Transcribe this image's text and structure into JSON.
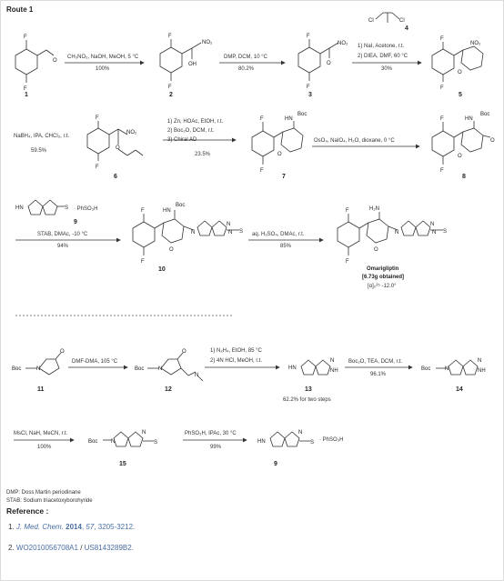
{
  "route_title": "Route 1",
  "compounds": {
    "c1": "1",
    "c2": "2",
    "c3": "3",
    "c4": "4",
    "c5": "5",
    "c6": "6",
    "c7": "7",
    "c8": "8",
    "c9": "9",
    "c10": "10",
    "c11": "11",
    "c12": "12",
    "c13": "13",
    "c14": "14",
    "c15": "15",
    "c9b": "9"
  },
  "steps": {
    "s1_cond": "CH₃NO₂, NaOH, MeOH, 5 °C",
    "s1_yield": "100%",
    "s2_cond": "DMP, DCM, 10 °C",
    "s2_yield": "80.2%",
    "s3_cond1": "1) NaI, Acetone, r.t.",
    "s3_cond2": "2) DIEA, DMF, 60 °C",
    "s3_yield": "30%",
    "s4_cond": "NaBH₄, IPA, CHCl₃, r.t.",
    "s4_yield": "59.5%",
    "s5_cond1": "1) Zn, HOAc, EtOH, r.t.",
    "s5_cond2": "2) Boc₂O, DCM, r.t.",
    "s5_cond3": "3) Chiral AD",
    "s5_yield": "23.5%",
    "s6_cond": "OsO₄, NaIO₄, H₂O, dioxane, 0 °C",
    "s7_reagent": "· PhSO₃H",
    "s7_cond": "STAB, DMAc, -10 °C",
    "s7_yield": "94%",
    "s8_cond": "aq. H₂SO₄, DMAc, r.t.",
    "s8_yield": "85%",
    "s9_cond": "DMF-DMA, 105 °C",
    "s10_cond1": "1) N₂H₄, EtOH, 85 °C",
    "s10_cond2": "2) 4N HCl, MeOH, r.t.",
    "s10_yield": "62.2% for two steps",
    "s11_cond": "Boc₂O, TEA, DCM, r.t.",
    "s11_yield": "96.1%",
    "s12_cond": "MsCl, NaH, MeCN, r.t.",
    "s12_yield": "100%",
    "s13_cond": "PhSO₃H, IPAc, 30 °C",
    "s13_yield": "99%"
  },
  "product": {
    "name": "Omarigliptin",
    "amount": "[6.73g obtained]",
    "rotation": "[α]₀²⁵ -12.0°"
  },
  "atom_labels": {
    "F": "F",
    "O": "O",
    "OH": "OH",
    "NO2": "NO₂",
    "Cl": "Cl",
    "Boc": "Boc",
    "HN": "HN",
    "N": "N",
    "NH": "NH",
    "H2N": "H₂N",
    "BocN": "Boc–N",
    "S": "S",
    "PhSO3H": "· PhSO₃H"
  },
  "abbreviations": {
    "dmp": "DMP: Doss Martin periodinane",
    "stab": "STAB: Sodium triacetoxyborohyride"
  },
  "reference_title": "Reference :",
  "references": [
    {
      "index": "1.",
      "journal": "J. Med. Chem.",
      "year": "2014",
      "volume": "57",
      "pages": "3205-3212."
    },
    {
      "index": "2.",
      "patent1": "WO2010056708A1",
      "sep": " / ",
      "patent2": "US8143289B2."
    }
  ]
}
